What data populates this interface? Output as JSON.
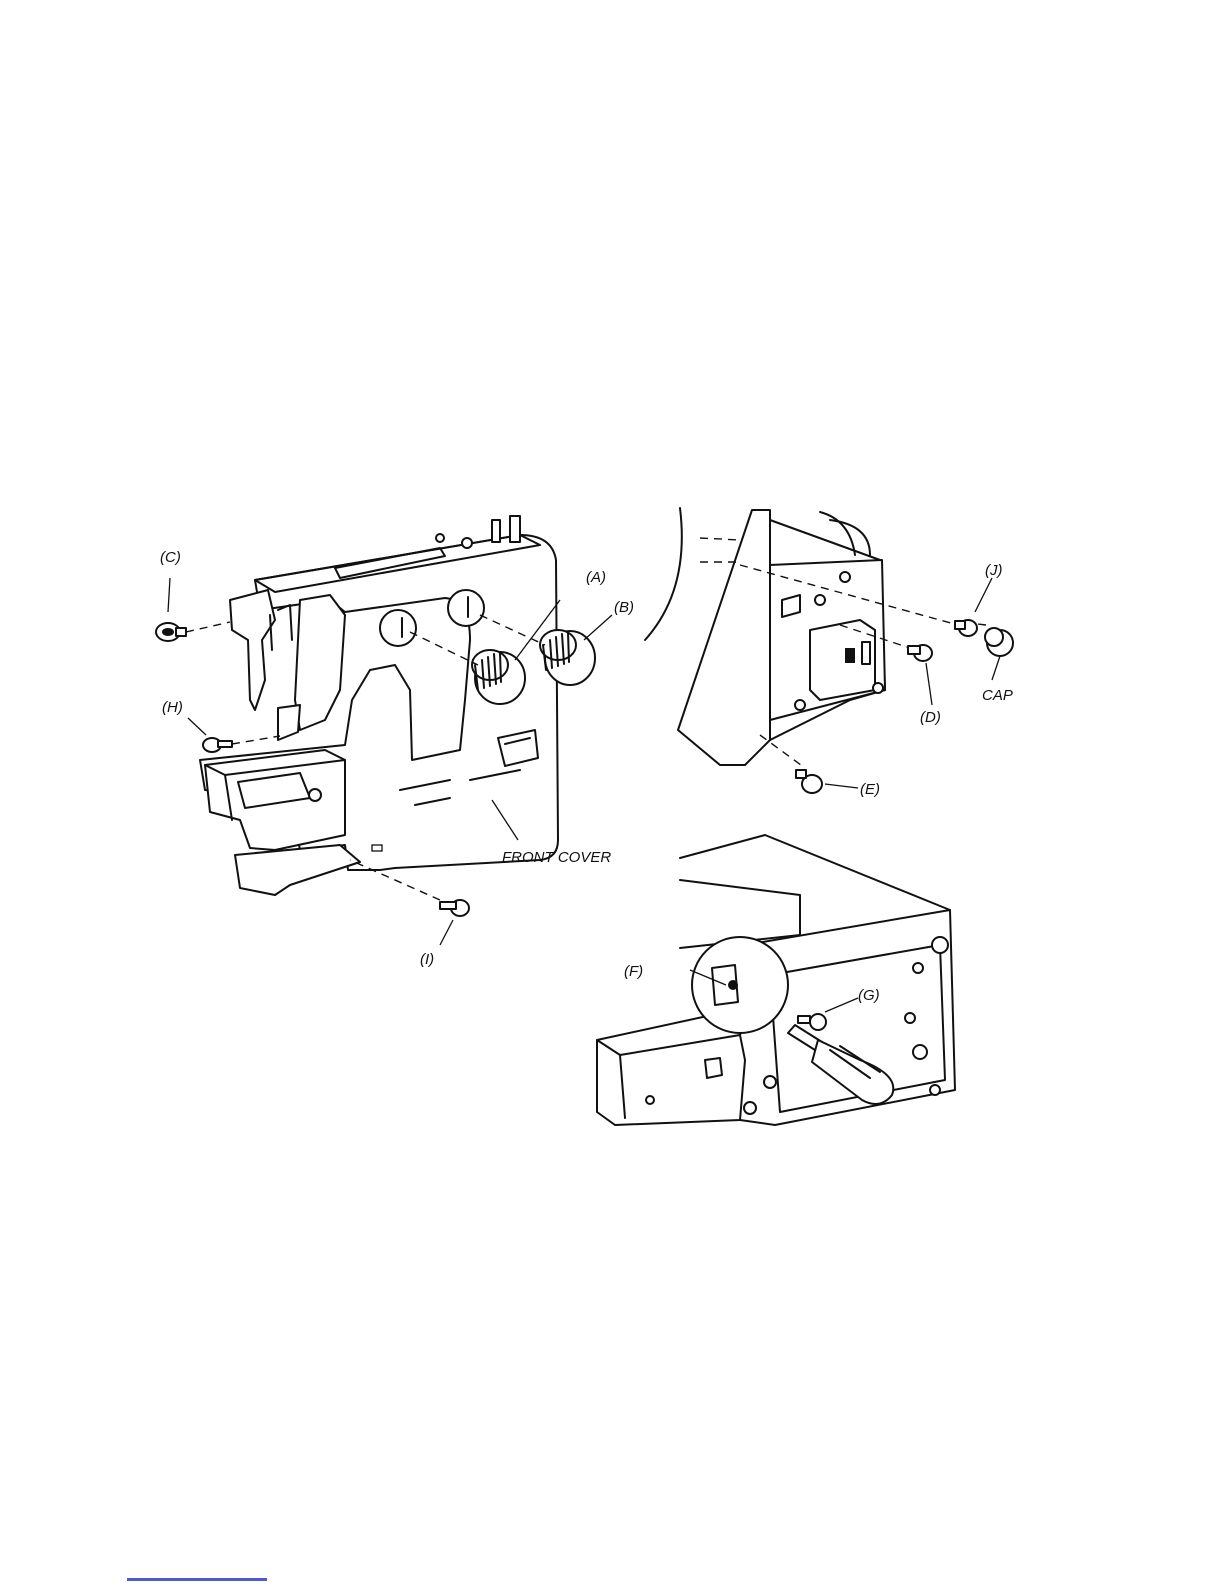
{
  "labels": {
    "a": "(A)",
    "b": "(B)",
    "c": "(C)",
    "d": "(D)",
    "e": "(E)",
    "f": "(F)",
    "g": "(G)",
    "h": "(H)",
    "i": "(I)",
    "j": "(J)",
    "cap": "CAP",
    "front_cover": "FRONT COVER"
  }
}
